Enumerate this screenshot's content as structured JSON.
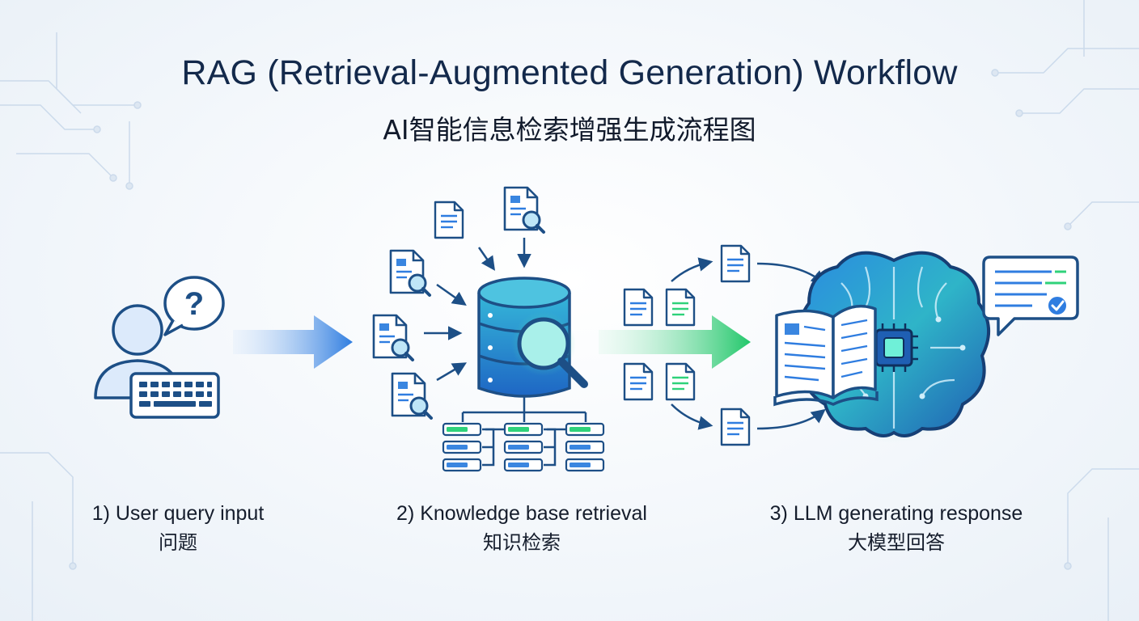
{
  "title": "RAG (Retrieval-Augmented Generation) Workflow",
  "subtitle": "AI智能信息检索增强生成流程图",
  "steps": [
    {
      "label": "1) User query input",
      "label_zh": "问题",
      "icon": "user-keyboard-question-icon"
    },
    {
      "label": "2) Knowledge base retrieval",
      "label_zh": "知识检索",
      "icon": "database-search-icon"
    },
    {
      "label": "3) LLM generating response",
      "label_zh": "大模型回答",
      "icon": "book-brain-chip-icon"
    }
  ],
  "question_mark": "?",
  "colors": {
    "title": "#13294b",
    "outline": "#1d4f86",
    "blue": "#2f7de0",
    "green": "#2fd27a",
    "glow": "#3ad9c8",
    "icon_fill": "#dceafb"
  }
}
